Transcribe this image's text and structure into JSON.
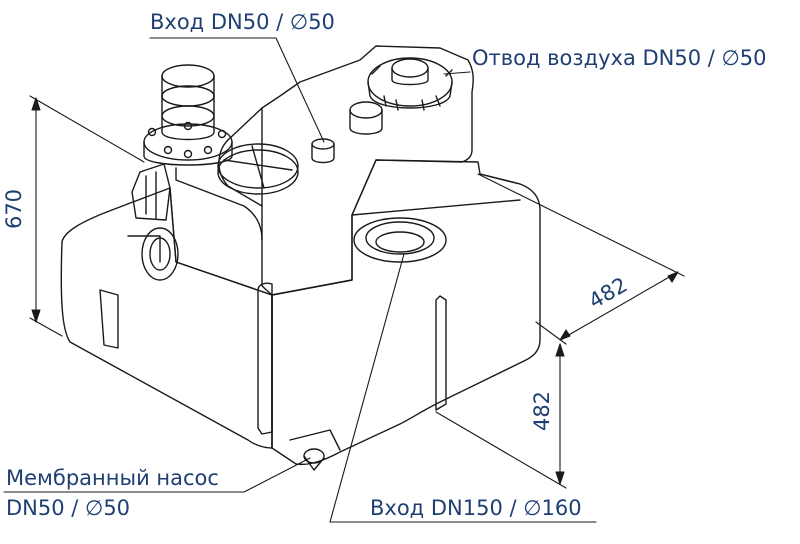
{
  "labels": {
    "inlet_small": "Вход DN50 / ∅50",
    "air_vent": "Отвод воздуха DN50 / ∅50",
    "membrane_pump_line1": "Мембранный насос",
    "membrane_pump_line2": "DN50 / ∅50",
    "inlet_large": "Вход DN150 / ∅160"
  },
  "dimensions": {
    "height": "670",
    "depth": "482",
    "side_height": "482"
  },
  "colors": {
    "label": "#1f3f73",
    "outline": "#1a1a1a",
    "dimension_line": "#1a1a1a"
  }
}
